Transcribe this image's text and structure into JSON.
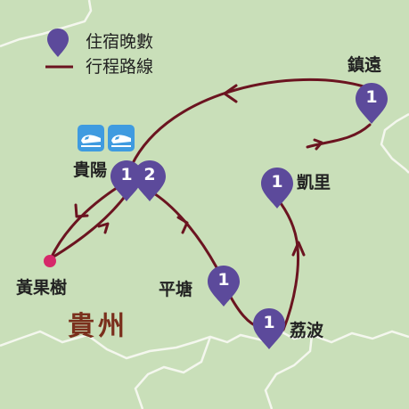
{
  "legend": {
    "pin_label": "住宿晚數",
    "route_label": "行程路線",
    "pin_icon": "map-pin-icon",
    "route_icon": "route-line-icon"
  },
  "region_label": "貴州",
  "colors": {
    "land": "#c9dfb9",
    "border": "#f4f7ee",
    "route": "#6b1420",
    "pin": "#5c4a9b",
    "origin_dot": "#d6286a",
    "train_bg": "#3f9be0",
    "region_text": "#7a2f1c"
  },
  "places": {
    "zhenyuan": {
      "name": "鎮遠",
      "nights": "1"
    },
    "guiyang": {
      "name": "貴陽",
      "nights_first": "1",
      "nights_second": "2",
      "transport_icons": [
        "high-speed-train-icon",
        "high-speed-train-icon"
      ]
    },
    "kaili": {
      "name": "凱里",
      "nights": "1"
    },
    "huangguoshu": {
      "name": "黃果樹"
    },
    "pingtang": {
      "name": "平塘",
      "nights": "1"
    },
    "libo": {
      "name": "荔波",
      "nights": "1"
    }
  }
}
